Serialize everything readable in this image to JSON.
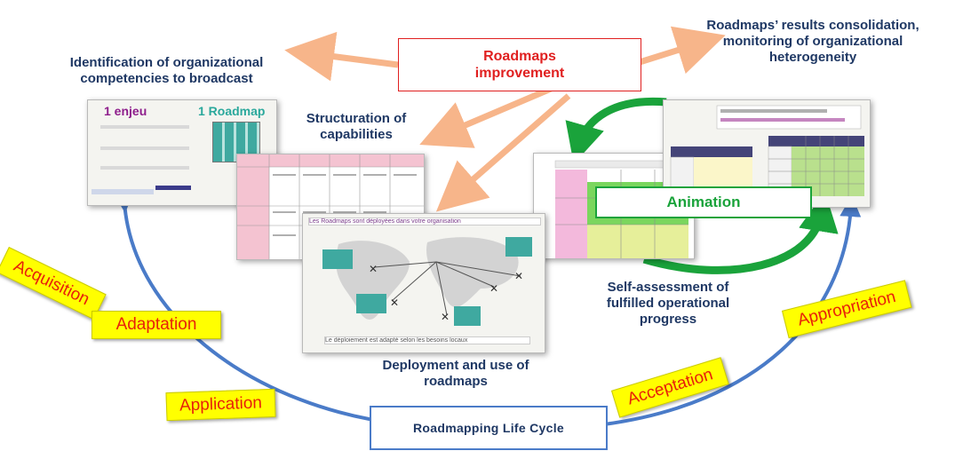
{
  "improvement": {
    "label": "Roadmaps improvement"
  },
  "captions": {
    "identification": "Identification of organizational competencies to broadcast",
    "structuration": "Structuration of capabilities",
    "results": "Roadmaps’ results consolidation, monitoring of organizational heterogeneity",
    "deployment": "Deployment and use of roadmaps",
    "self_assessment": "Self-assessment of fulfilled operational progress"
  },
  "animation": {
    "label": "Animation"
  },
  "lifecycle": {
    "label": "Roadmapping Life Cycle"
  },
  "phases": {
    "acquisition": "Acquisition",
    "adaptation": "Adaptation",
    "application": "Application",
    "acceptation": "Acceptation",
    "appropriation": "Appropriation"
  },
  "thumb1": {
    "left_title": "1 enjeu",
    "right_title": "1 Roadmap"
  },
  "thumb3": {
    "header": "Les Roadmaps sont déployées dans votre organisation",
    "footer": "Le déploiement est adapté selon les besoins locaux"
  },
  "colors": {
    "arrow_orange": "#f7b58a",
    "cycle_blue": "#4a7bc8",
    "animation_green": "#1aa33b",
    "caption_navy": "#1f3864",
    "tag_yellow": "#ffff00",
    "tag_text": "#e8200a"
  }
}
